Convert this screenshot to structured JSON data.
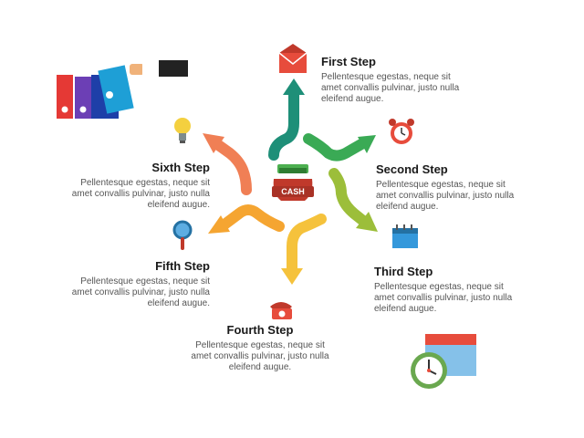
{
  "center": {
    "label": "CASH"
  },
  "steps": [
    {
      "title": "First Step",
      "text": [
        "Pellentesque egestas, neque sit",
        "amet convallis pulvinar, justo nulla",
        "eleifend augue."
      ],
      "color": "#1e8f78"
    },
    {
      "title": "Second Step",
      "text": [
        "Pellentesque egestas, neque sit",
        "amet convallis pulvinar, justo nulla",
        "eleifend augue."
      ],
      "color": "#3aaa55"
    },
    {
      "title": "Third Step",
      "text": [
        "Pellentesque egestas, neque sit",
        "amet convallis pulvinar, justo nulla",
        "eleifend augue."
      ],
      "color": "#9cbe3a"
    },
    {
      "title": "Fourth Step",
      "text": [
        "Pellentesque egestas, neque sit",
        "amet convallis pulvinar, justo nulla",
        "eleifend augue."
      ],
      "color": "#f5c23c"
    },
    {
      "title": "Fifth Step",
      "text": [
        "Pellentesque egestas, neque sit",
        "amet convallis pulvinar, justo nulla",
        "eleifend augue."
      ],
      "color": "#f5a531"
    },
    {
      "title": "Sixth Step",
      "text": [
        "Pellentesque egestas, neque sit",
        "amet convallis pulvinar, justo nulla",
        "eleifend augue."
      ],
      "color": "#f07f55"
    }
  ],
  "icons": [
    "envelope-icon",
    "alarm-clock-icon",
    "calendar-icon",
    "telephone-icon",
    "magnifier-icon",
    "lightbulb-icon",
    "binders-icon",
    "clock-calendar-icon",
    "money-bag-icon"
  ]
}
